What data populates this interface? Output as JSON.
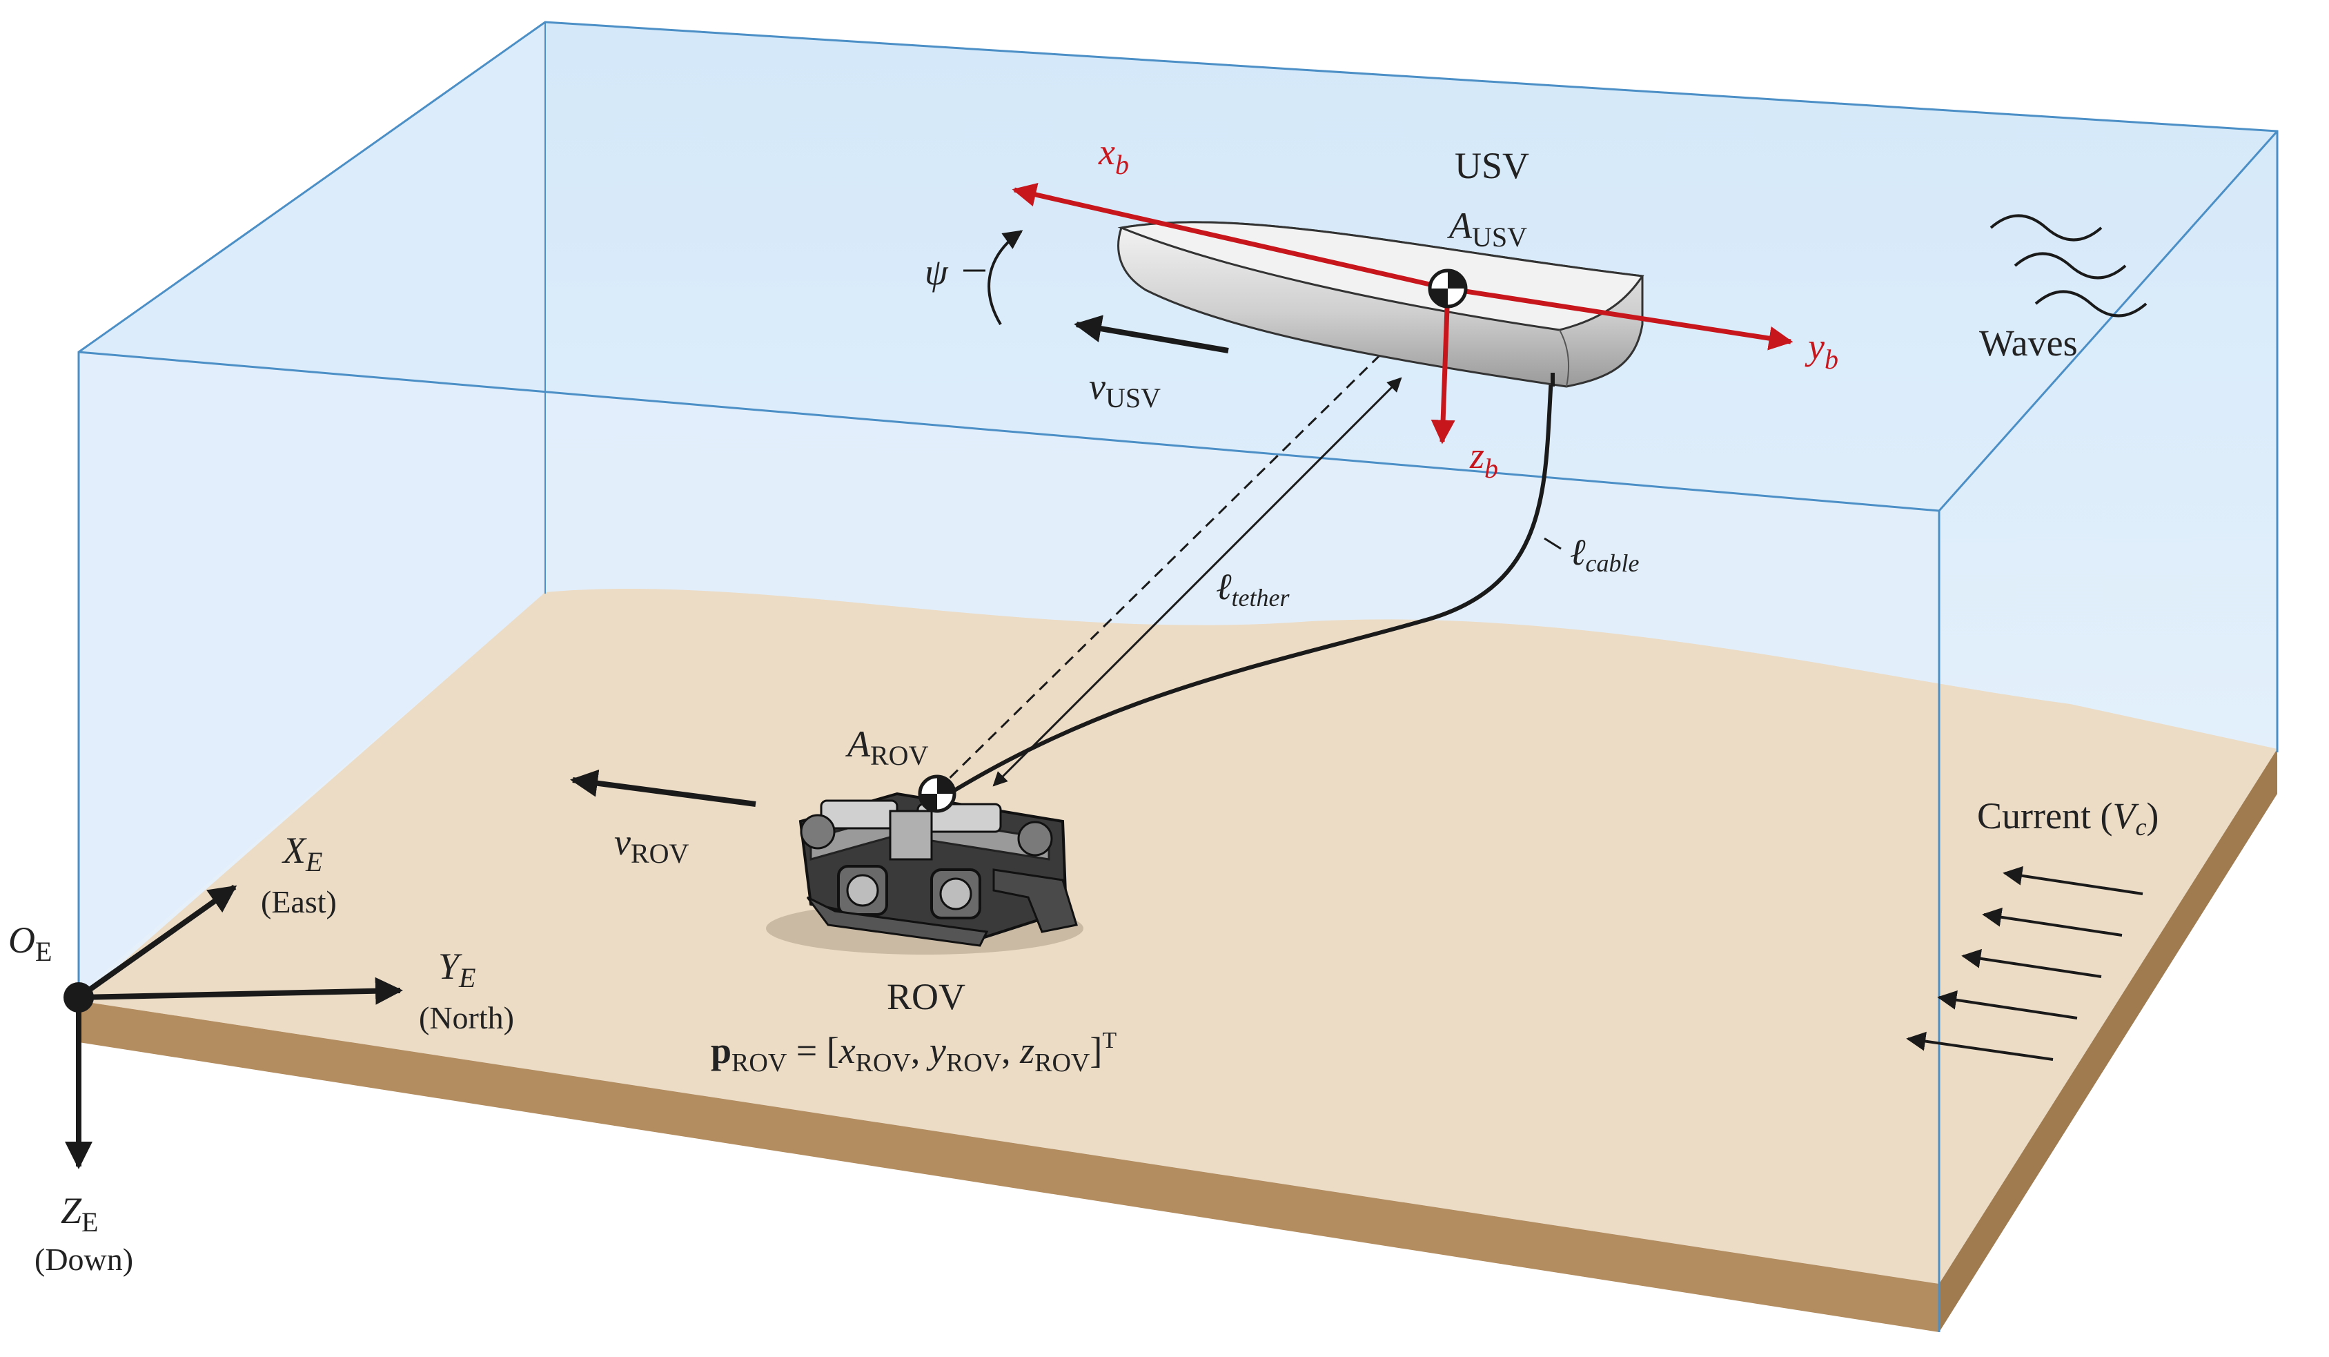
{
  "usv": {
    "title": "USV",
    "anchor_main": "A",
    "anchor_sub": "USV",
    "velocity_main": "v",
    "velocity_sub": "USV",
    "yaw_symbol": "ψ",
    "body_axes": {
      "x_main": "x",
      "x_sub": "b",
      "y_main": "y",
      "y_sub": "b",
      "z_main": "z",
      "z_sub": "b"
    }
  },
  "rov": {
    "title": "ROV",
    "anchor_main": "A",
    "anchor_sub": "ROV",
    "velocity_main": "v",
    "velocity_sub": "ROV",
    "position": {
      "p_main": "p",
      "p_sub": "ROV",
      "equals": " = [",
      "x_main": "x",
      "x_sub": "ROV",
      "y_main": "y",
      "y_sub": "ROV",
      "z_main": "z",
      "z_sub": "ROV",
      "comma": ", ",
      "close": "]",
      "transpose": "T"
    }
  },
  "tether": {
    "main": "ℓ",
    "sub": "tether"
  },
  "cable": {
    "main": "ℓ",
    "sub": "cable"
  },
  "environment": {
    "waves": "Waves",
    "current_text": "Current (",
    "current_main": "V",
    "current_sub": "c",
    "current_close": ")"
  },
  "earth_frame": {
    "origin_main": "O",
    "origin_sub": "E",
    "x_main": "X",
    "x_sub": "E",
    "x_dir": "(East)",
    "y_main": "Y",
    "y_sub": "E",
    "y_dir": "(North)",
    "z_main": "Z",
    "z_sub": "E",
    "z_dir": "(Down)"
  },
  "colors": {
    "water": "#d9ebfa",
    "water_edge": "#4b8fc6",
    "seabed": "#ecdcc6",
    "seabed_side": "#b38c5f",
    "body_axis": "#c8161d",
    "ink": "#1a1a1a"
  }
}
